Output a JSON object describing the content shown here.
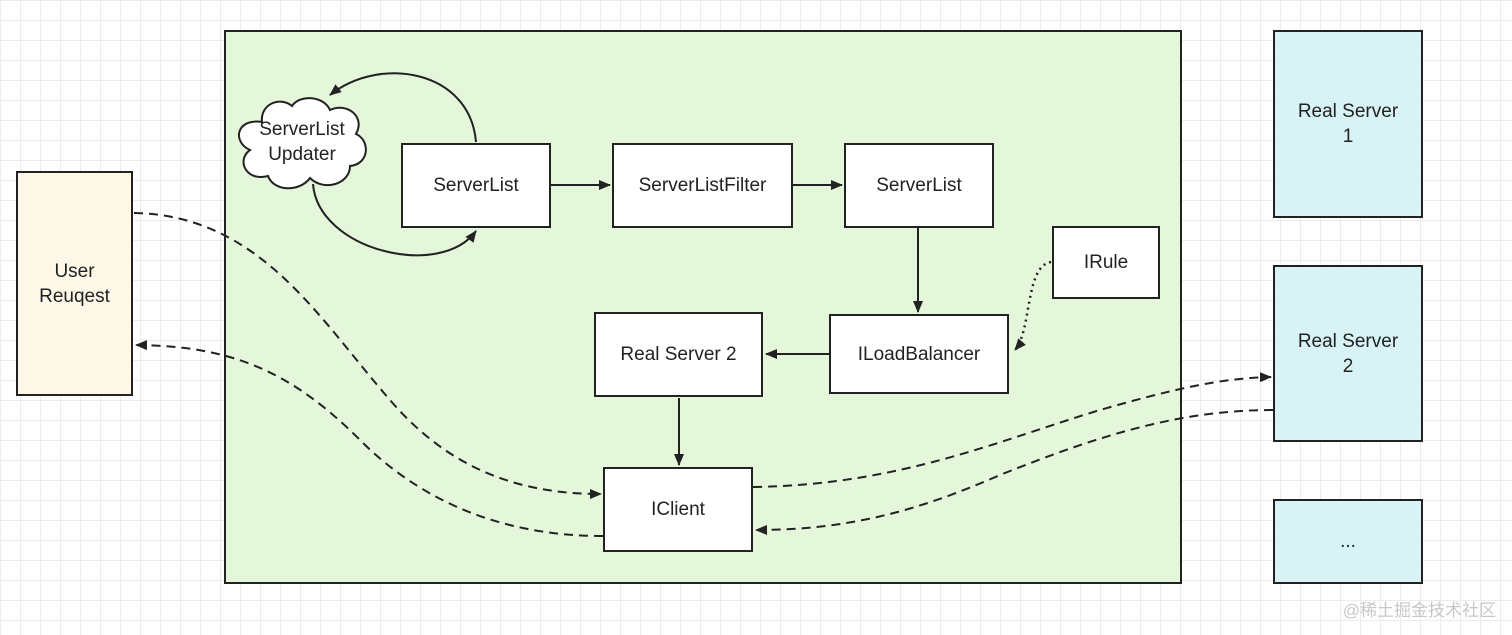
{
  "nodes": {
    "user_request": "User\nReuqest",
    "serverlist_updater": "ServerList\nUpdater",
    "serverlist_1": "ServerList",
    "serverlist_filter": "ServerListFilter",
    "serverlist_2": "ServerList",
    "irule": "IRule",
    "real_server_2_inner": "Real Server 2",
    "iloadbalancer": "ILoadBalancer",
    "iclient": "IClient",
    "real_server_1": "Real Server\n1",
    "real_server_2": "Real Server\n2",
    "more_servers": "..."
  },
  "watermark": "@稀土掘金技术社区",
  "colors": {
    "container_fill": "#e4f7da",
    "user_fill": "#fdf8e8",
    "server_fill": "#d8f3f5",
    "stroke": "#222222"
  }
}
